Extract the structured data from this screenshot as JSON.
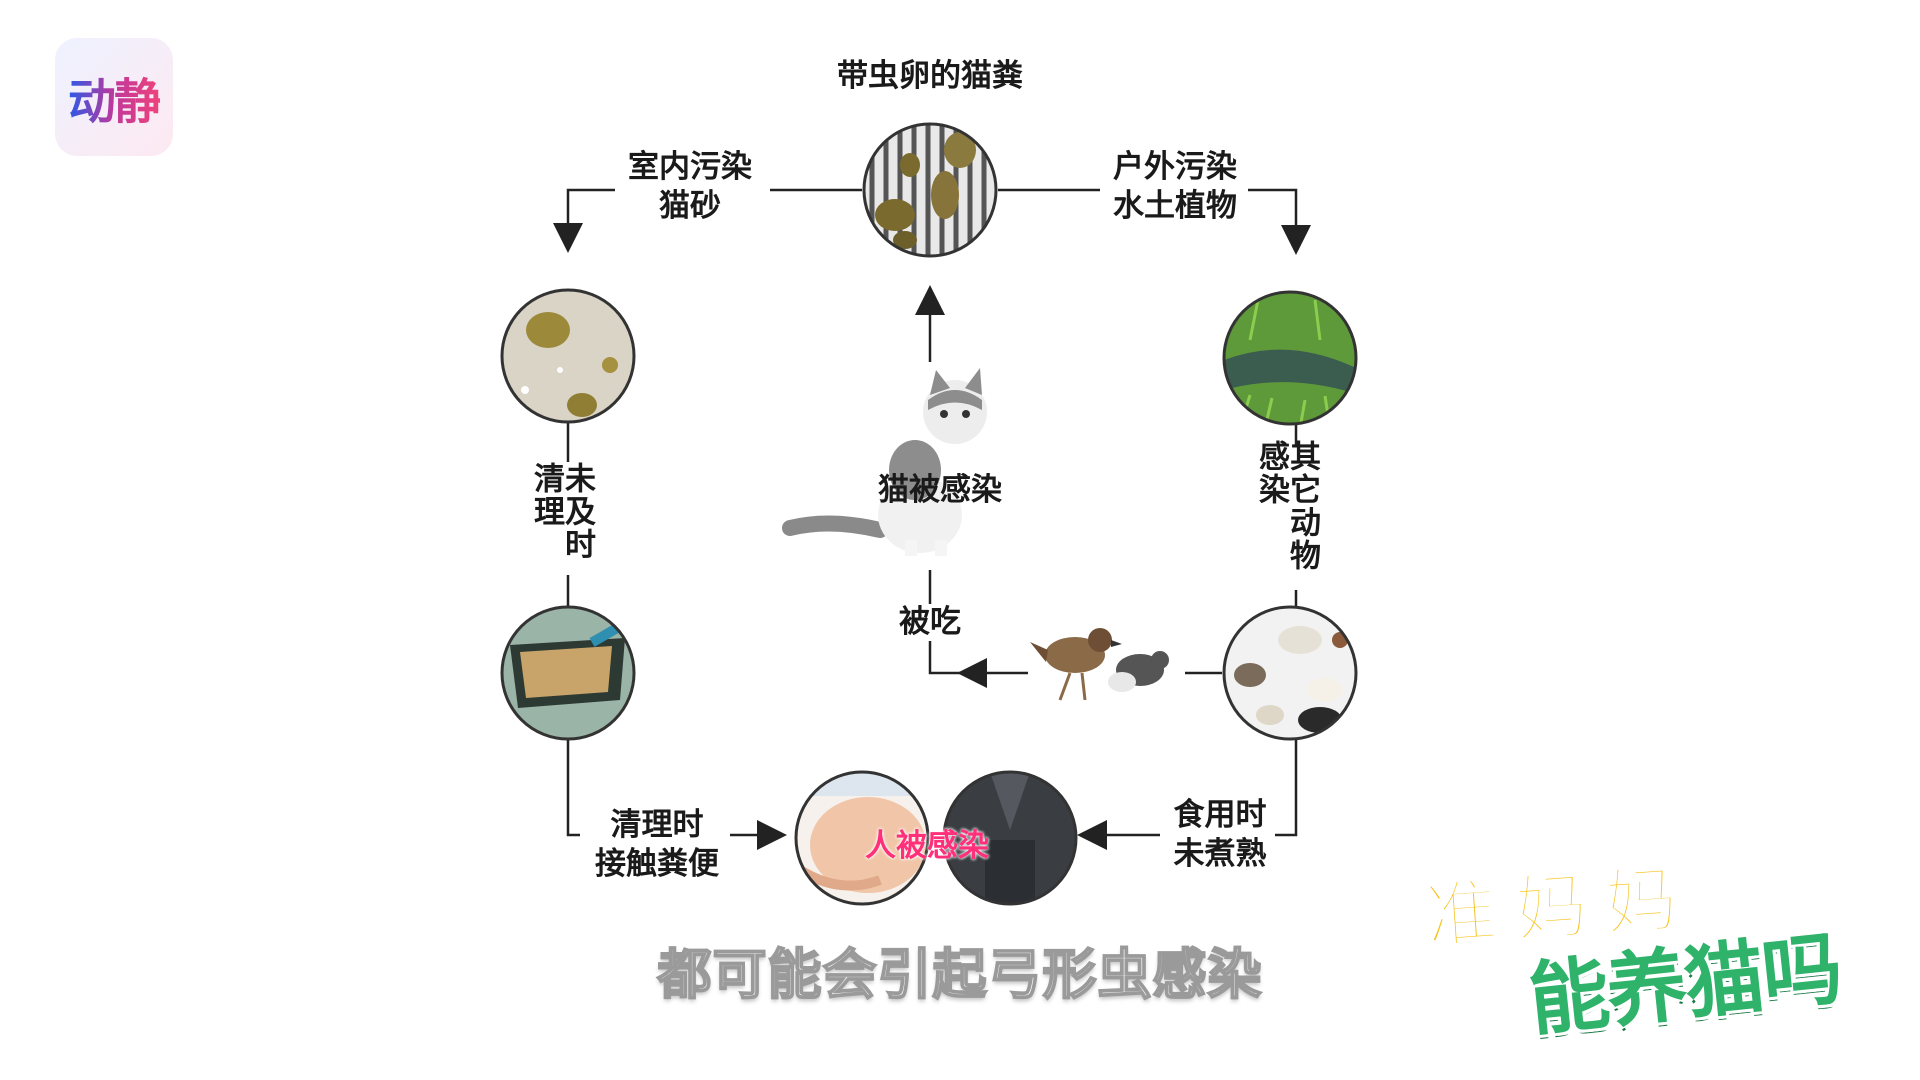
{
  "logo": {
    "text": "动静"
  },
  "diagram": {
    "top_label": "带虫卵的猫粪",
    "indoor_line1": "室内污染",
    "indoor_line2": "猫砂",
    "outdoor_line1": "户外污染",
    "outdoor_line2": "水土植物",
    "not_cleaned": "未及时清理",
    "other_animals": "其它动物感染",
    "cat_infected": "猫被感染",
    "eaten": "被吃",
    "cleaning_line1": "清理时",
    "cleaning_line2": "接触粪便",
    "eating_line1": "食用时",
    "eating_line2": "未煮熟",
    "human_infected": "人被感染"
  },
  "subtitle": "都可能会引起弓形虫感染",
  "brand": {
    "line1": "准妈妈",
    "line2": "能养猫吗"
  },
  "colors": {
    "line": "#222222",
    "brand_yellow": "#f6c21a",
    "brand_green": "#2fb36a",
    "human_label": "#ff2f7a"
  }
}
